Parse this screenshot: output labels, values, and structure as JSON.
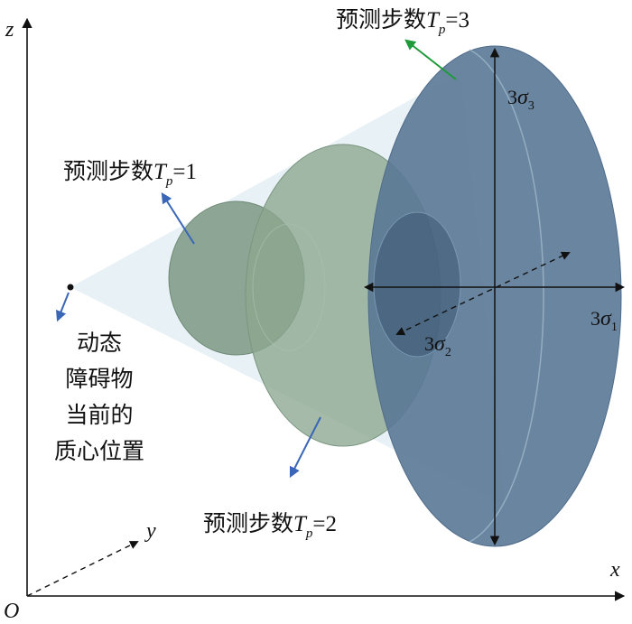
{
  "axes": {
    "z": "z",
    "y": "y",
    "x": "x",
    "origin": "O"
  },
  "object_label": [
    "动态",
    "障碍物",
    "当前的",
    "质心位置"
  ],
  "steps": [
    {
      "prefix": "预测步数",
      "var": "T",
      "sub": "p",
      "eq": "=1"
    },
    {
      "prefix": "预测步数",
      "var": "T",
      "sub": "p",
      "eq": "=2"
    },
    {
      "prefix": "预测步数",
      "var": "T",
      "sub": "p",
      "eq": "=3"
    }
  ],
  "sigma_labels": [
    {
      "coef": "3",
      "sym": "σ",
      "sub": "1"
    },
    {
      "coef": "3",
      "sym": "σ",
      "sub": "2"
    },
    {
      "coef": "3",
      "sym": "σ",
      "sub": "3"
    }
  ],
  "colors": {
    "ellipsoid_1": "#7f9a86",
    "ellipsoid_2": "#8ca68f",
    "ellipsoid_3": "#5a7896",
    "cone": "#d6e6ef",
    "arrow_blue": "#3a66b8",
    "arrow_green": "#1f9a3a"
  }
}
